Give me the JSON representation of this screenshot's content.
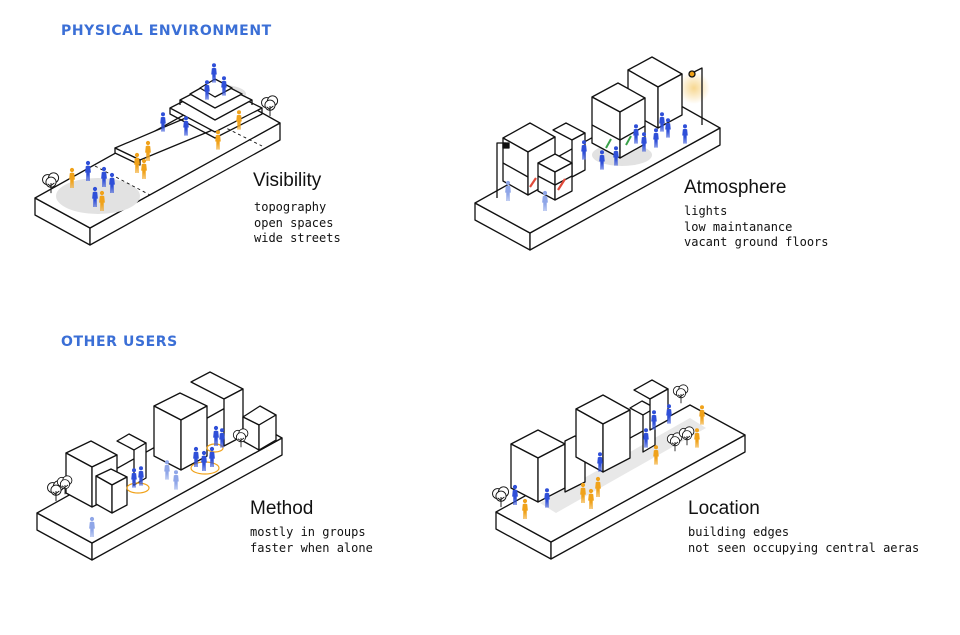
{
  "sections": [
    {
      "id": "physical",
      "title": "PHYSICAL ENVIRONMENT"
    },
    {
      "id": "users",
      "title": "OTHER USERS"
    }
  ],
  "panels": [
    {
      "id": "visibility",
      "title": "Visibility",
      "notes": [
        "topography",
        "open spaces",
        "wide streets"
      ]
    },
    {
      "id": "atmosphere",
      "title": "Atmosphere",
      "notes": [
        "lights",
        "low maintanance",
        "vacant ground floors"
      ]
    },
    {
      "id": "method",
      "title": "Method",
      "notes": [
        "mostly in groups",
        "faster when alone"
      ]
    },
    {
      "id": "location",
      "title": "Location",
      "notes": [
        "building edges",
        "not seen occupying central aeras"
      ]
    }
  ],
  "colors": {
    "accent_blue": "#3b6fd6",
    "figure_blue": "#2f4fd8",
    "figure_light_blue": "#8fa6e8",
    "figure_orange": "#f0a21a",
    "shade_grey": "#e2e2e2",
    "line": "#111111",
    "light_glow": "#f7d58a"
  }
}
